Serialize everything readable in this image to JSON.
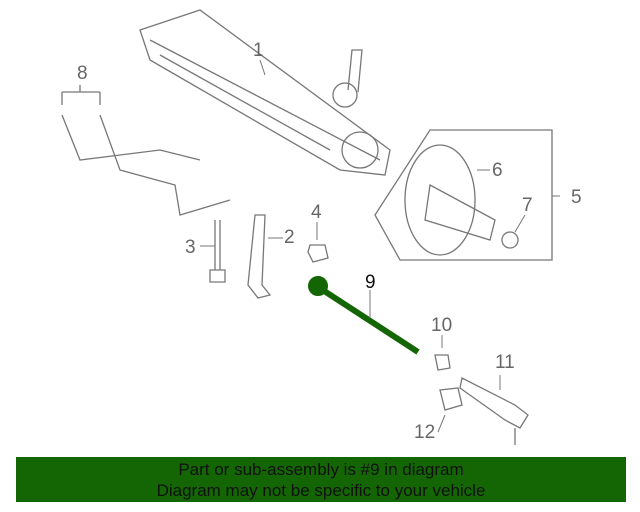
{
  "callouts": [
    "1",
    "2",
    "3",
    "4",
    "5",
    "6",
    "7",
    "8",
    "9",
    "10",
    "11",
    "12"
  ],
  "selected_part": "9",
  "banner": {
    "line1": "Part or sub-assembly is #9 in diagram",
    "line2": "Diagram may not be specific to your vehicle"
  },
  "colors": {
    "highlight": "#146605",
    "line": "#777777"
  }
}
